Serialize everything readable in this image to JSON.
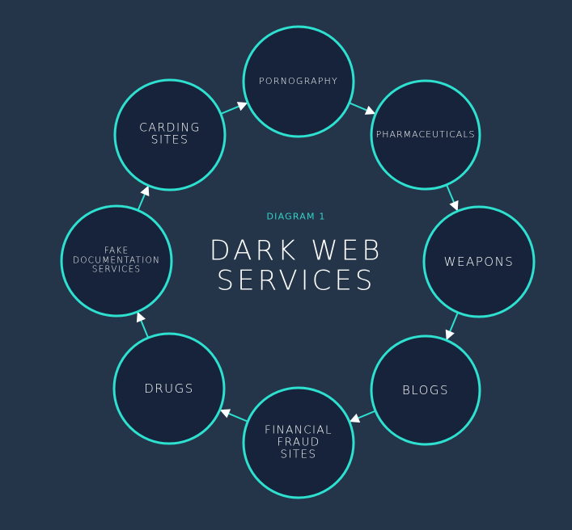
{
  "diagram": {
    "subtitle": "DIAGRAM 1",
    "title_line1": "DARK WEB",
    "title_line2": "SERVICES",
    "nodes": [
      {
        "lines": [
          "PORNOGRAPHY"
        ]
      },
      {
        "lines": [
          "PHARMACEUTICALS"
        ]
      },
      {
        "lines": [
          "WEAPONS"
        ]
      },
      {
        "lines": [
          "BLOGS"
        ]
      },
      {
        "lines": [
          "FINANCIAL",
          "FRAUD",
          "SITES"
        ]
      },
      {
        "lines": [
          "DRUGS"
        ]
      },
      {
        "lines": [
          "FAKE",
          "DOCUMENTATION",
          "SERVICES"
        ]
      },
      {
        "lines": [
          "CARDING",
          "SITES"
        ]
      }
    ]
  },
  "colors": {
    "background": "#24354a",
    "node_fill": "#16233a",
    "node_stroke": "#2ee0cf",
    "accent_text": "#33d2c7",
    "arrow": "#ffffff"
  }
}
